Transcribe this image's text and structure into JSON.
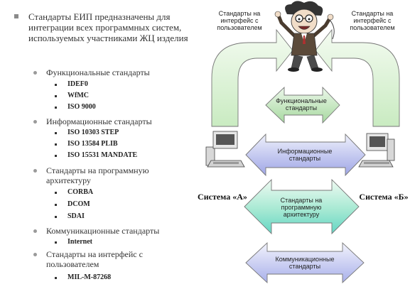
{
  "main": {
    "text": "Стандарты ЕИП предназначены для интеграции всех программных систем, используемых участниками ЖЦ изделия"
  },
  "categories": [
    {
      "label": "Функциональные стандарты",
      "items": [
        "IDEF0",
        "WfMC",
        "ISO 9000"
      ]
    },
    {
      "label": "Информационные стандарты",
      "items": [
        "ISO 10303 STEP",
        "ISO 13584 PLIB",
        "ISO 15531 MANDATE"
      ]
    },
    {
      "label": "Стандарты на программную архитектуру",
      "items": [
        "CORBA",
        "DCOM",
        "SDAI"
      ]
    },
    {
      "label": "Коммуникационные стандарты",
      "items": [
        "Internet"
      ]
    },
    {
      "label": "Стандарты на интерфейс с пользователем",
      "items": [
        "MIL-M-87268"
      ]
    }
  ],
  "diagram": {
    "ui_left": "Стандарты на интерфейс с пользователем",
    "ui_right": "Стандарты на интерфейс с пользователем",
    "system_a": "Система «А»",
    "system_b": "Система «Б»",
    "arrows": [
      {
        "label": "Функциональные стандарты"
      },
      {
        "label": "Информационные стандарты"
      },
      {
        "label": "Стандарты на программную архитектуру"
      },
      {
        "label": "Коммуникационные стандарты"
      }
    ]
  }
}
